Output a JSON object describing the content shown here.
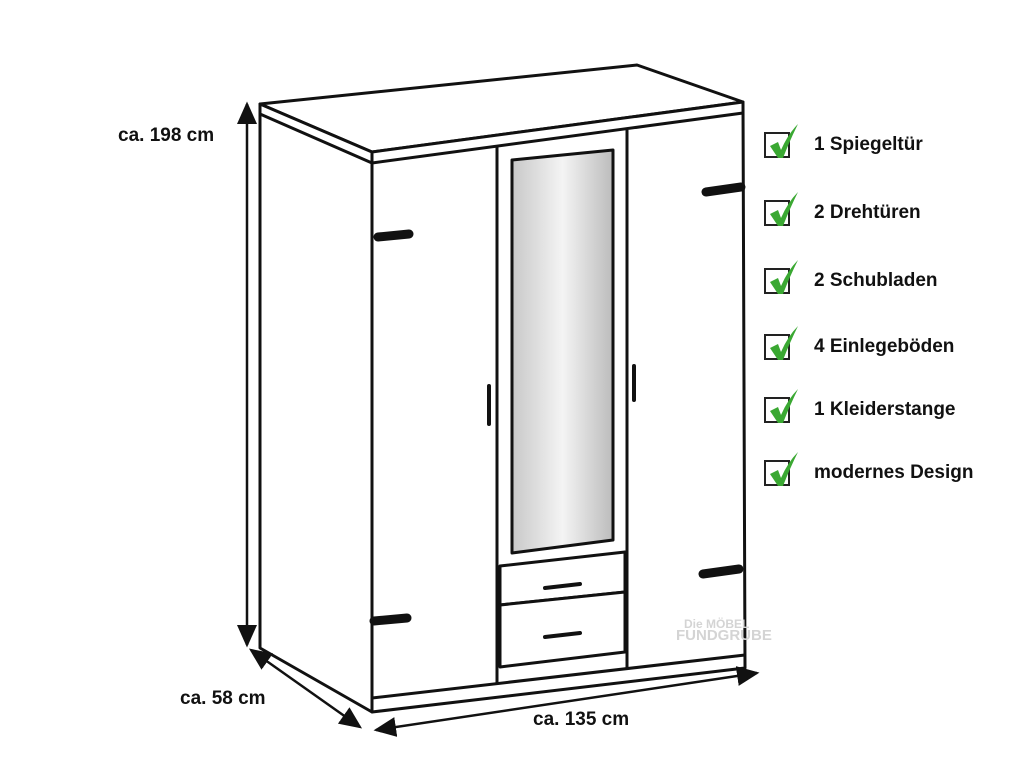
{
  "dimensions": {
    "height": "ca. 198 cm",
    "depth": "ca. 58 cm",
    "width": "ca. 135 cm"
  },
  "features": [
    {
      "label": "1 Spiegeltür",
      "checked": true
    },
    {
      "label": "2 Drehtüren",
      "checked": true
    },
    {
      "label": "2 Schubladen",
      "checked": true
    },
    {
      "label": "4 Einlegeböden",
      "checked": true
    },
    {
      "label": "1 Kleiderstange",
      "checked": true
    },
    {
      "label": "modernes Design",
      "checked": true
    }
  ],
  "watermark": {
    "line1": "Die MÖBEL",
    "line2": "FUNDGRUBE"
  },
  "colors": {
    "check": "#3aa832",
    "line": "#111111"
  }
}
